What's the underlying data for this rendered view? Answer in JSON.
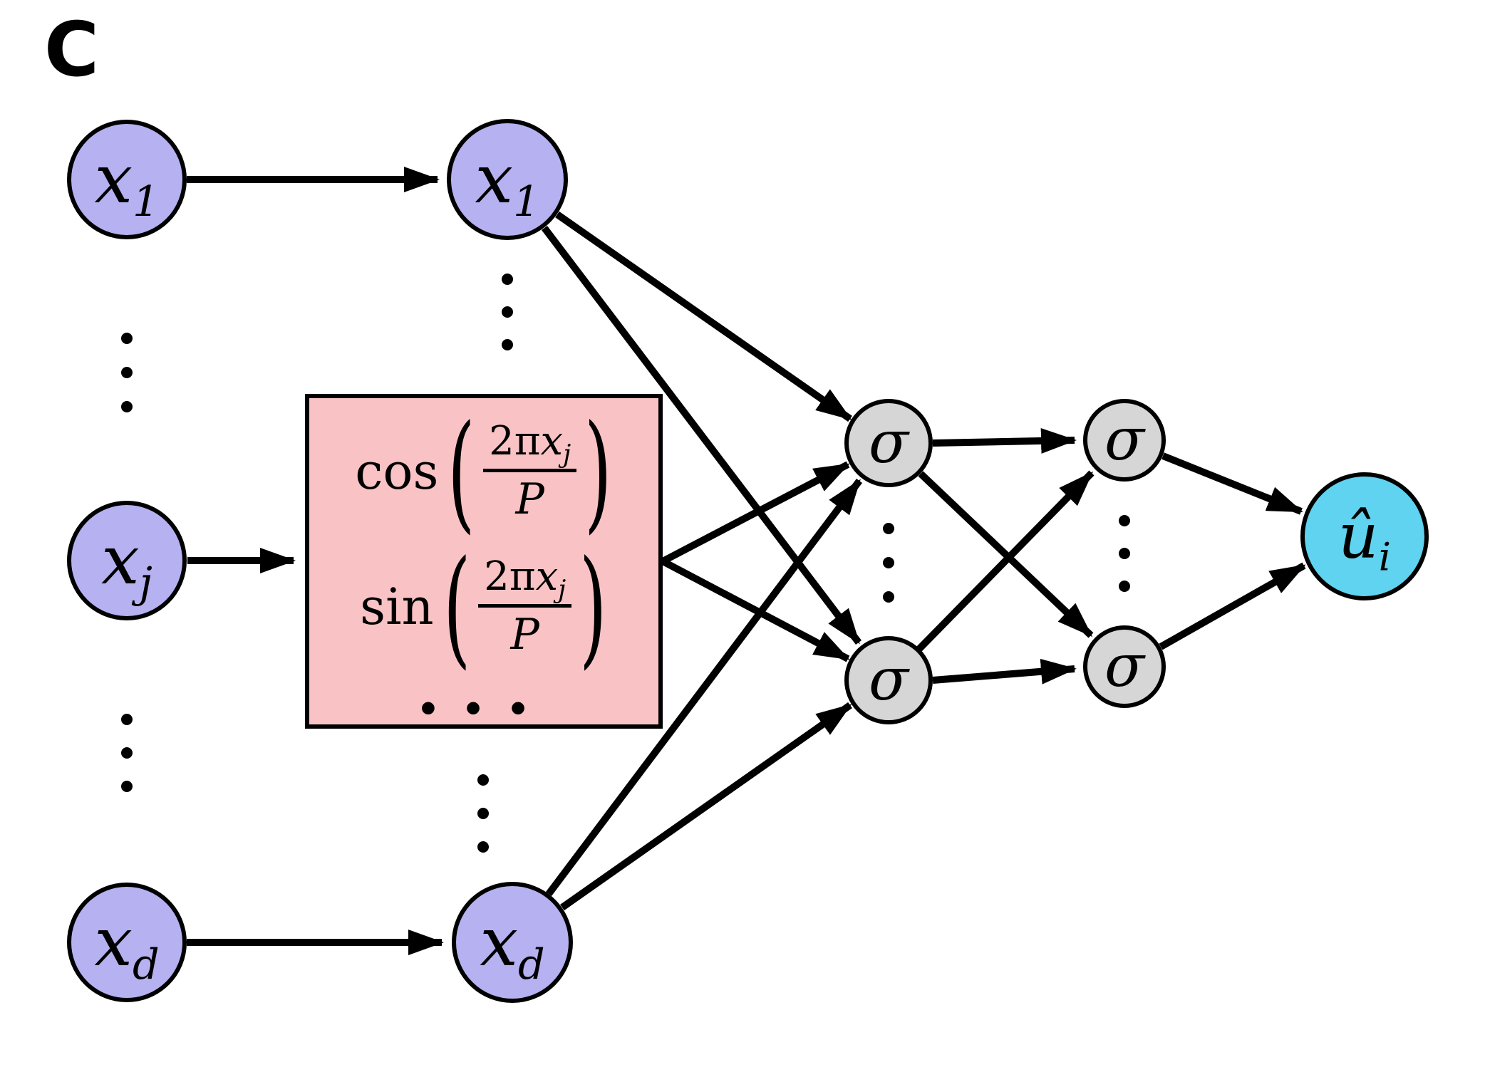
{
  "panel_label": "C",
  "colors": {
    "input": "#b6b1f0",
    "hidden": "#d6d6d6",
    "output": "#5fd3f0",
    "box": "#f9c3c5",
    "edge": "#000000"
  },
  "nodes": {
    "input_x1": {
      "base": "x",
      "sub": "1"
    },
    "input_xj": {
      "base": "x",
      "sub": "j"
    },
    "input_xd": {
      "base": "x",
      "sub": "d"
    },
    "enc_x1": {
      "base": "x",
      "sub": "1"
    },
    "enc_xd": {
      "base": "x",
      "sub": "d"
    },
    "sigma": "σ",
    "output": {
      "base": "û",
      "sub": "i"
    }
  },
  "encoder_box": {
    "rows": [
      {
        "func": "cos",
        "open": "(",
        "num_pre": "2π",
        "num_var": "x",
        "num_sub": "j",
        "den": "P",
        "close": ")"
      },
      {
        "func": "sin",
        "open": "(",
        "num_pre": "2π",
        "num_var": "x",
        "num_sub": "j",
        "den": "P",
        "close": ")"
      }
    ],
    "ellipsis": "···"
  }
}
